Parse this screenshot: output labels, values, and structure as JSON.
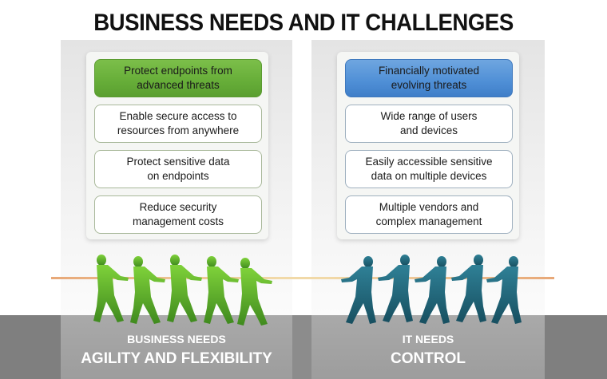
{
  "title": "BUSINESS NEEDS AND IT CHALLENGES",
  "business": {
    "items": [
      "Protect endpoints from advanced threats",
      "Enable secure access to resources from anywhere",
      "Protect sensitive data on endpoints",
      "Reduce security management costs"
    ],
    "lines": [
      [
        "Protect endpoints from",
        "advanced threats"
      ],
      [
        "Enable secure access to",
        "resources from anywhere"
      ],
      [
        "Protect sensitive data",
        "on endpoints"
      ],
      [
        "Reduce security",
        "management costs"
      ]
    ],
    "label_sub": "BUSINESS NEEDS",
    "label_main": "AGILITY AND FLEXIBILITY",
    "accent": "#66ad38",
    "figure_color": "#6cbf30",
    "figure_count": 5
  },
  "it": {
    "items": [
      "Financially motivated evolving threats",
      "Wide range of users and devices",
      "Easily accessible sensitive data on multiple devices",
      "Multiple vendors and complex management"
    ],
    "lines": [
      [
        "Financially motivated",
        "evolving threats"
      ],
      [
        "Wide range of users",
        "and devices"
      ],
      [
        "Easily accessible sensitive",
        "data on multiple devices"
      ],
      [
        "Multiple vendors and",
        "complex management"
      ]
    ],
    "label_sub": "IT NEEDS",
    "label_main": "CONTROL",
    "accent": "#4f8fd6",
    "figure_color": "#2a6f85",
    "figure_count": 5
  }
}
